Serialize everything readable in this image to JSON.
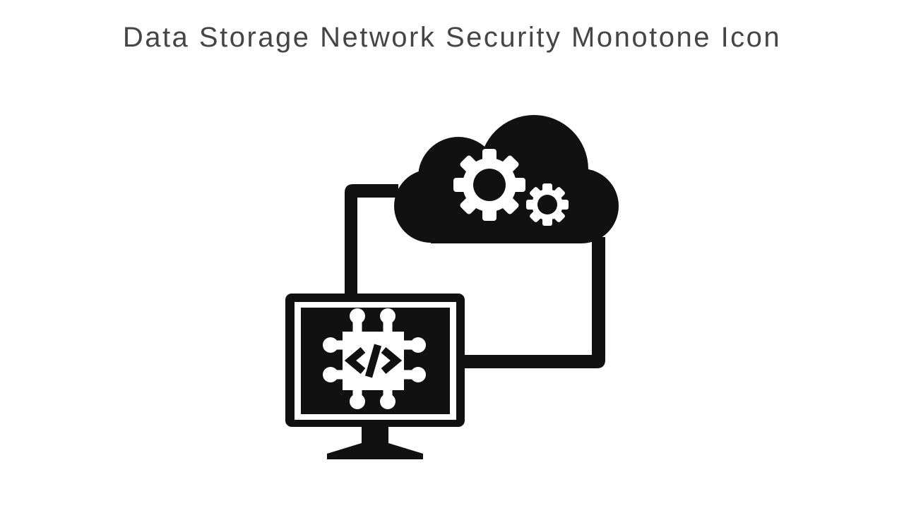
{
  "title": {
    "text": "Data Storage Network Security Monotone Icon"
  },
  "icon": {
    "name": "data-storage-network-security-monotone-icon",
    "code_symbol": "</>",
    "parts": [
      "cloud",
      "gear-large",
      "gear-small",
      "connector-line-left",
      "connector-line-right",
      "monitor",
      "monitor-stand",
      "cpu-chip",
      "code-brackets"
    ]
  },
  "colors": {
    "icon_black": "#111111",
    "title_gray": "#454545",
    "background": "#ffffff"
  }
}
